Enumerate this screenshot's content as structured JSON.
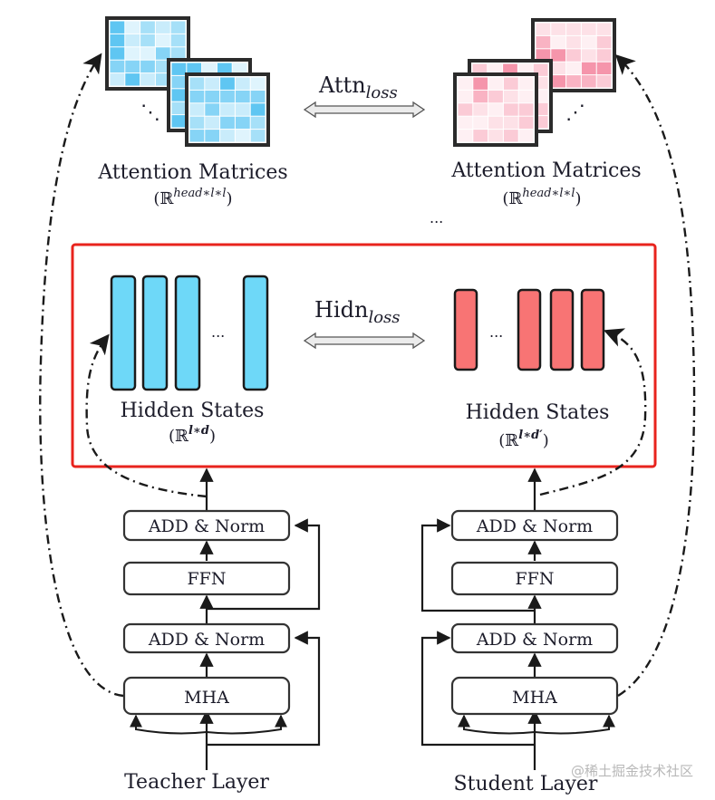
{
  "title": "Transformer-layer distillation: attention and hidden-state losses",
  "colors": {
    "teacher_hidden": "#6ed8f8",
    "student_hidden": "#f87474",
    "highlight_box": "#e8231d",
    "teacher_attn_palette": [
      "#c9ecfb",
      "#a6e0f8",
      "#86d4f6",
      "#5fc6f2",
      "#dff4fd"
    ],
    "student_attn_palette": [
      "#fde1e7",
      "#fbcbd6",
      "#f9b3c3",
      "#f595ab",
      "#fef0f3"
    ],
    "line": "#1a1a1a"
  },
  "attention": {
    "teacher_label": "Attention Matrices",
    "teacher_dim": "(ℝ",
    "teacher_dim_sup": "head∗l∗l",
    "teacher_dim_close": ")",
    "student_label": "Attention Matrices",
    "student_dim": "(ℝ",
    "student_dim_sup": "head∗l∗l",
    "student_dim_close": ")",
    "loss_main": "Attn",
    "loss_sub": "loss",
    "teacher_ellipsis": "⋱",
    "student_ellipsis": "⋰",
    "between_ellipsis": "..."
  },
  "hidden": {
    "teacher_label": "Hidden States",
    "teacher_dim": "(ℝ",
    "teacher_dim_sup": "l∗d",
    "teacher_dim_close": ")",
    "student_label": "Hidden States",
    "student_dim": "(ℝ",
    "student_dim_sup": "l∗d′",
    "student_dim_close": ")",
    "loss_main": "Hidn",
    "loss_sub": "loss",
    "teacher_ellipsis": "...",
    "student_ellipsis": "..."
  },
  "teacher_layer": {
    "name": "Teacher Layer",
    "blocks": [
      "ADD & Norm",
      "FFN",
      "ADD & Norm",
      "MHA"
    ]
  },
  "student_layer": {
    "name": "Student Layer",
    "blocks": [
      "ADD & Norm",
      "FFN",
      "ADD & Norm",
      "MHA"
    ]
  },
  "watermark": "@稀土掘金技术社区"
}
